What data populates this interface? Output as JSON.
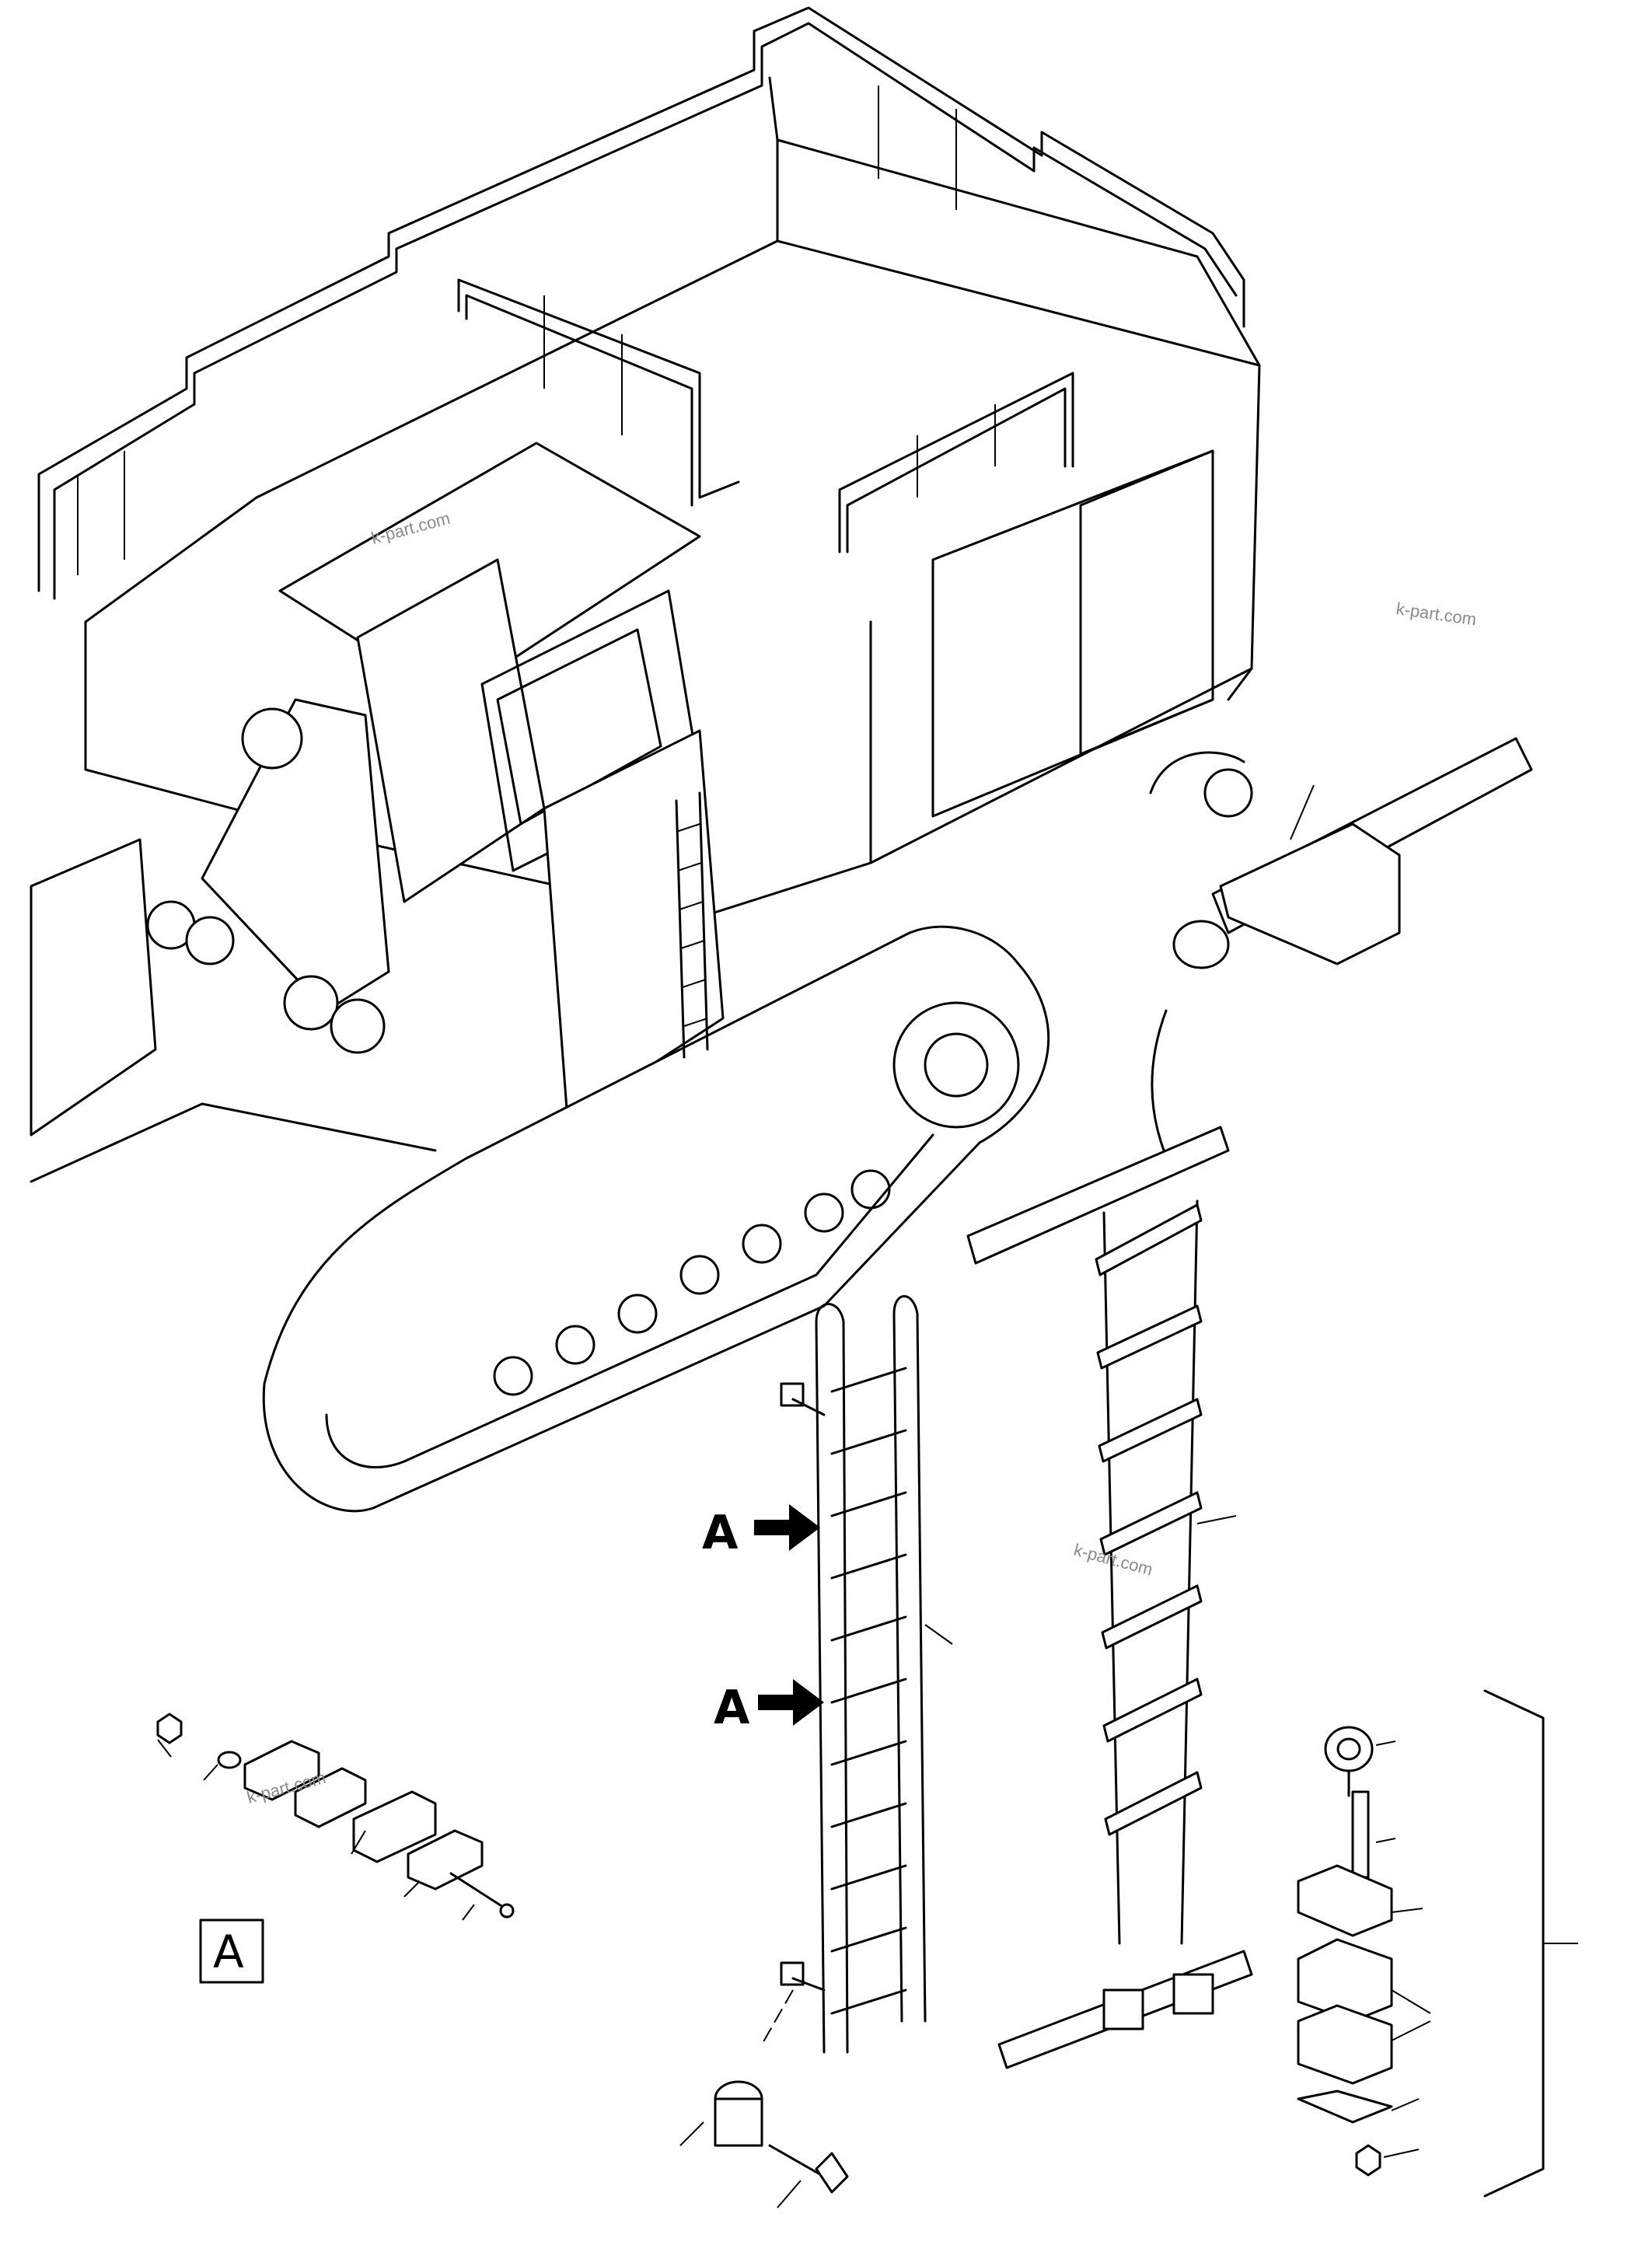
{
  "diagram": {
    "detail_callouts": [
      {
        "label": "A"
      },
      {
        "label": "A"
      }
    ],
    "detail_box_label": "A",
    "watermarks": [
      {
        "text": "k-part.com"
      },
      {
        "text": "k-part.com"
      },
      {
        "text": "k-part.com"
      },
      {
        "text": "k-part.com"
      }
    ],
    "colors": {
      "ink": "#000000",
      "background": "#ffffff",
      "watermark": "#8a8a8a"
    }
  }
}
